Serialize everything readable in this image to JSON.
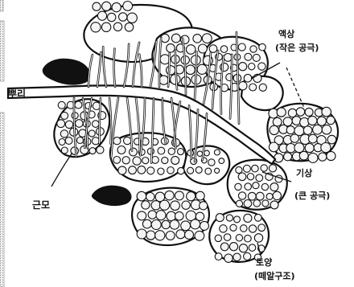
{
  "labels": {
    "root": "뿌리",
    "root_hair": "근모",
    "micropore_line1": "액상",
    "micropore_line2": "(작은 공극)",
    "macropore_line1": "기상",
    "macropore_line2": "(큰 공극)",
    "aggregate_line1": "토양",
    "aggregate_line2": "(떼알구조)"
  },
  "colors": {
    "ink": "#111111",
    "paper": "#ffffff",
    "particle_fill": "#f4f4f4",
    "frame_hatch": "#9a9a9a"
  }
}
